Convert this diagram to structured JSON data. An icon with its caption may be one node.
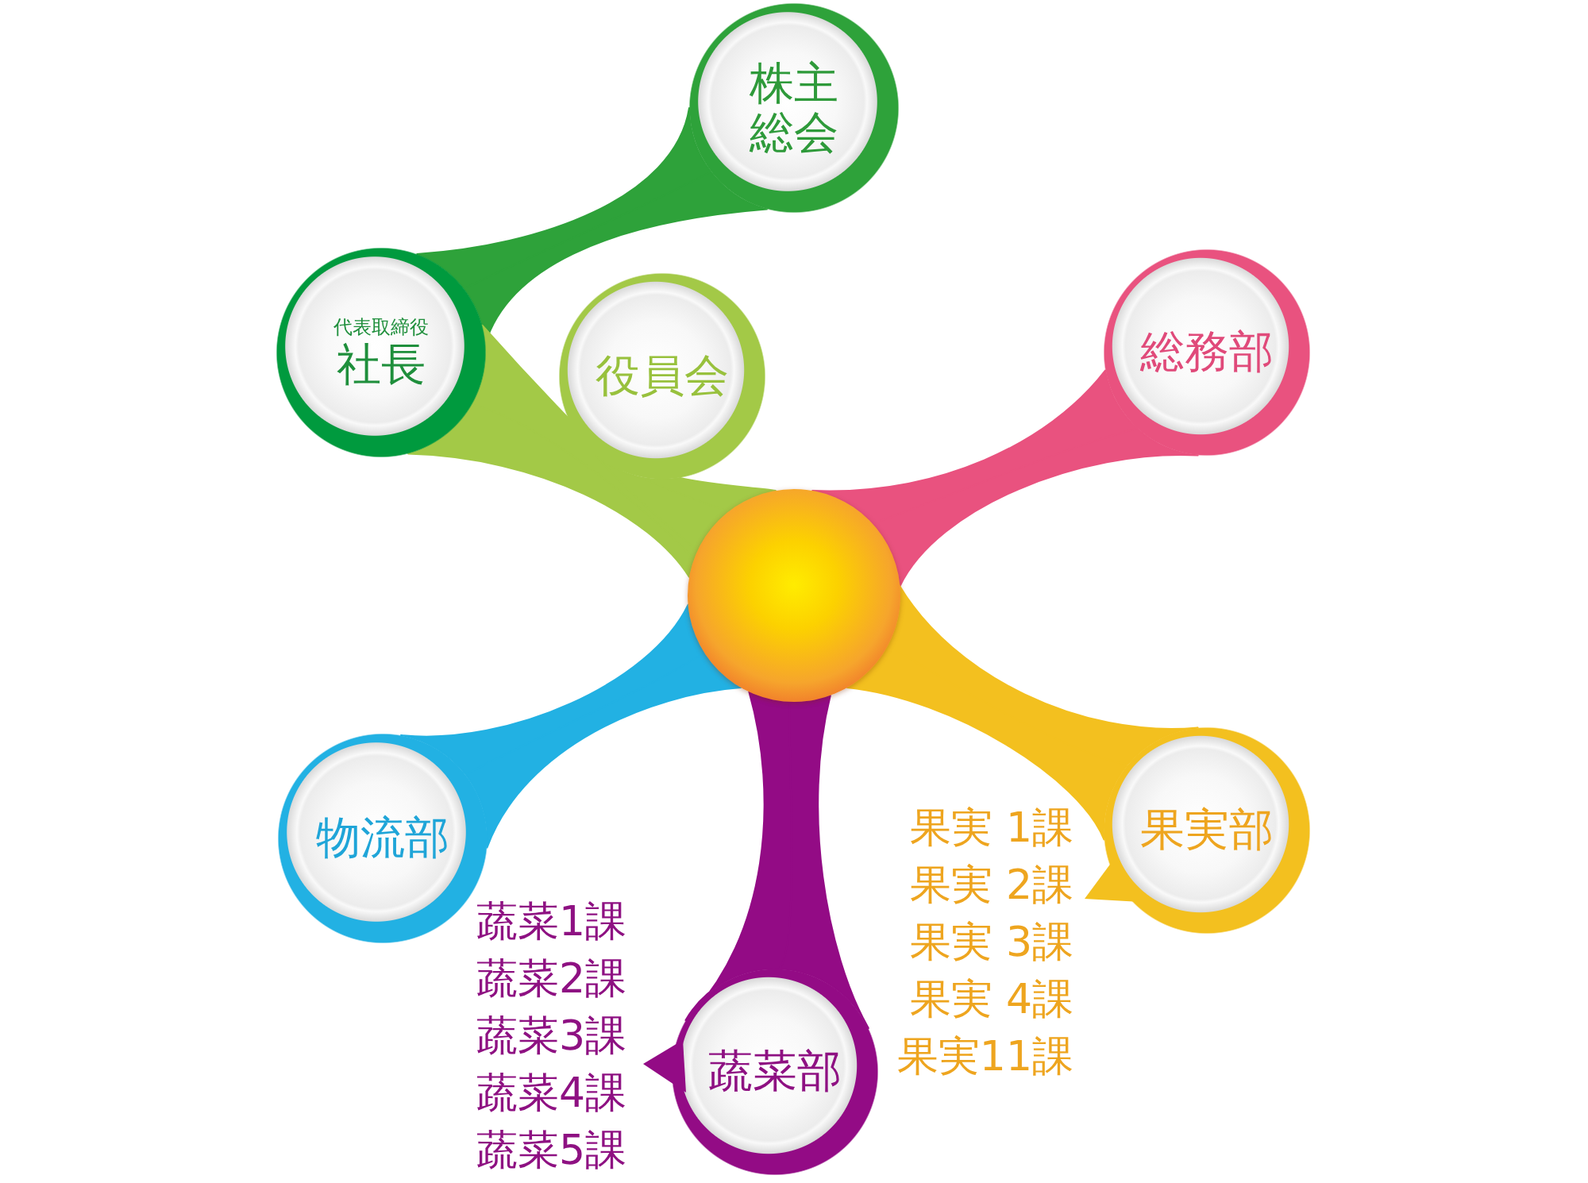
{
  "diagram": {
    "nodes": [
      {
        "text": [
          "株主総会"
        ]
      },
      {
        "text": [
          "代表取締役",
          "社長"
        ]
      },
      {
        "text": [
          "役員会"
        ]
      },
      {
        "text": [
          "総務部"
        ]
      },
      {
        "text": [],
        "shape": "circle"
      },
      {
        "text": [
          "物流部"
        ]
      },
      {
        "text": [
          "果実部"
        ],
        "beside": [
          "果実 1課",
          "果実 2課",
          "果実 3課",
          "果実 4課",
          "果実11課"
        ]
      },
      {
        "text": [
          "蔬菜部"
        ],
        "beside": [
          "蔬菜1課",
          "蔬菜2課",
          "蔬菜3課",
          "蔬菜4課",
          "蔬菜5課"
        ]
      }
    ],
    "edges": [
      {
        "from": 0,
        "to": 1,
        "arrow": "none",
        "color": "#2ea23a"
      },
      {
        "from": 1,
        "to": 4,
        "arrow": "none",
        "color": "#a3c947"
      },
      {
        "from": 2,
        "to": 4,
        "arrow": "none",
        "color": "#a3c947"
      },
      {
        "from": 4,
        "to": 3,
        "arrow": "none",
        "color": "#e9527f"
      },
      {
        "from": 4,
        "to": 5,
        "arrow": "none",
        "color": "#22b1e3"
      },
      {
        "from": 4,
        "to": 6,
        "arrow": "none",
        "color": "#f3c01f"
      },
      {
        "from": 4,
        "to": 7,
        "arrow": "none",
        "color": "#930b85"
      }
    ]
  }
}
